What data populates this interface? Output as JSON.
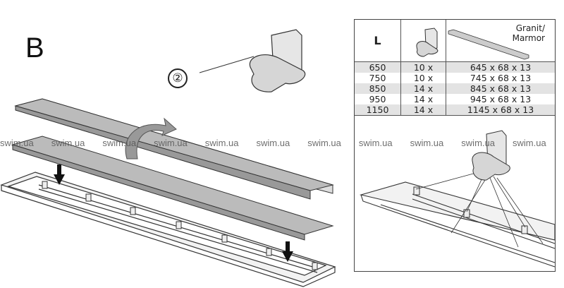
{
  "figure_label": "B",
  "callout_number": "②",
  "table": {
    "headers": {
      "length": "L",
      "clip_icon": "clip-icon",
      "material": "Granit/\nMarmor",
      "material_line1": "Granit/",
      "material_line2": "Marmor"
    },
    "rows": [
      {
        "length": "650",
        "clips": "10 x",
        "stone": "645 x 68 x 13"
      },
      {
        "length": "750",
        "clips": "10 x",
        "stone": "745 x 68 x 13"
      },
      {
        "length": "850",
        "clips": "14 x",
        "stone": "845 x 68 x 13"
      },
      {
        "length": "950",
        "clips": "14 x",
        "stone": "945 x 68 x 13"
      },
      {
        "length": "1150",
        "clips": "14 x",
        "stone": "1145 x 68 x 13"
      }
    ]
  },
  "watermark": "swim.ua"
}
